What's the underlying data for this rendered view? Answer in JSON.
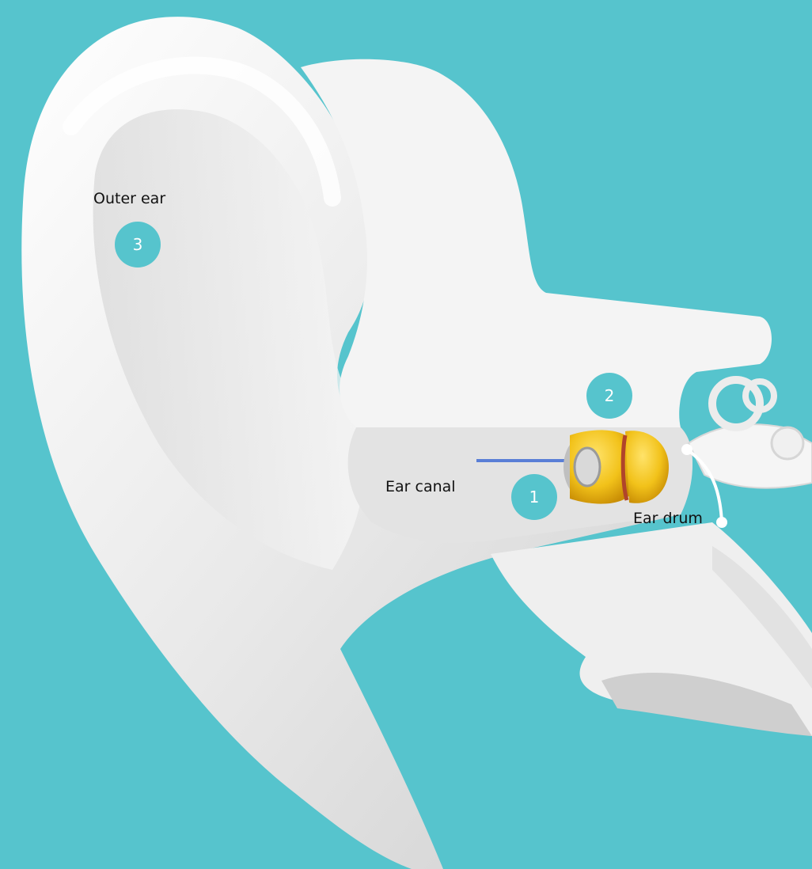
{
  "colors": {
    "background": "#56c4cd",
    "marker": "#56c4cd",
    "marker_text": "#ffffff",
    "label_text": "#111111",
    "ear": "#f2f2f2",
    "earplug": "#f2c21a"
  },
  "labels": {
    "outer_ear": "Outer ear",
    "ear_canal": "Ear canal",
    "ear_drum": "Ear drum"
  },
  "markers": {
    "m1": "1",
    "m2": "2",
    "m3": "3"
  }
}
